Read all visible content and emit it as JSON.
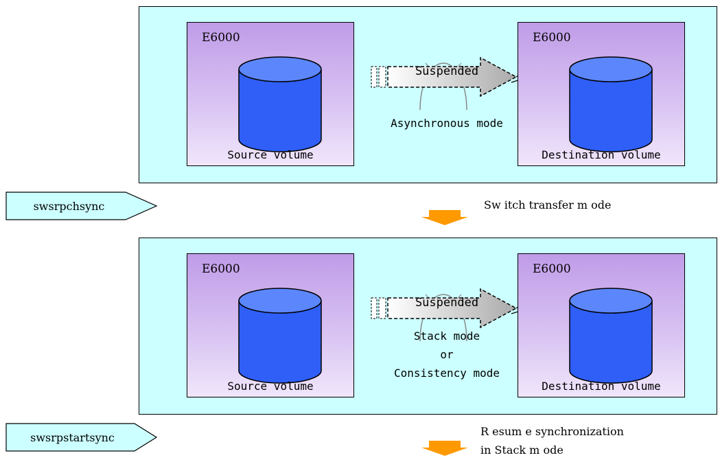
{
  "panels": [
    {
      "source": {
        "storage_name": "E6000",
        "volume_label": "Source volume"
      },
      "destination": {
        "storage_name": "E6000",
        "volume_label": "Destination volume"
      },
      "status_label": "Suspended",
      "mode_lines": [
        "Asynchronous mode"
      ]
    },
    {
      "source": {
        "storage_name": "E6000",
        "volume_label": "Source volume"
      },
      "destination": {
        "storage_name": "E6000",
        "volume_label": "Destination volume"
      },
      "status_label": "Suspended",
      "mode_lines": [
        "Stack mode",
        "or",
        "Consistency mode"
      ]
    }
  ],
  "steps": [
    {
      "command": "swsrpchsync",
      "caption_lines": [
        "Sw itch transfer m ode"
      ]
    },
    {
      "command": "swsrpstartsync",
      "caption_lines": [
        "R esum e synchronization",
        " in Stack m ode"
      ]
    }
  ],
  "colors": {
    "panel_bg": "#ccffff",
    "storage_gradient_top": "#c09ce8",
    "storage_gradient_bottom": "#f0e6fb",
    "cylinder_blue": "#2f5ff7",
    "cylinder_top": "#5c86fb",
    "down_arrow": "#ff9900",
    "command_box": "#ccffff"
  }
}
